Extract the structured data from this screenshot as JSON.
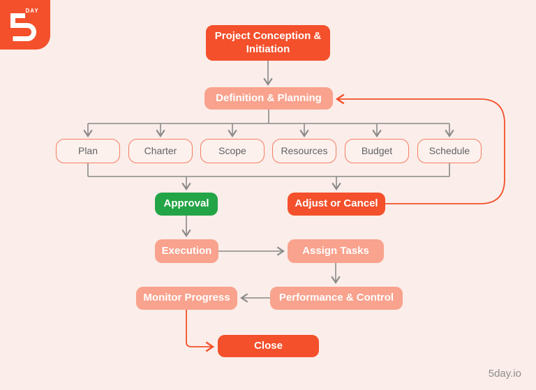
{
  "diagram": {
    "watermark": "5day.io",
    "logo": {
      "brand_number": "5",
      "brand_suffix": "DAY"
    },
    "colors": {
      "background": "#FBEDE9",
      "orange": "#F3502B",
      "salmon": "#F9A28D",
      "green": "#23A447",
      "outline_border": "#F57D61",
      "outline_text": "#5E6266",
      "gray_line": "#8A8A8A",
      "white": "#FFFFFF"
    },
    "nodes": {
      "conception": {
        "label": "Project Conception & Initiation",
        "type": "solid"
      },
      "definition": {
        "label": "Definition & Planning",
        "type": "salmon"
      },
      "plan": {
        "label": "Plan",
        "type": "outline"
      },
      "charter": {
        "label": "Charter",
        "type": "outline"
      },
      "scope": {
        "label": "Scope",
        "type": "outline"
      },
      "resources": {
        "label": "Resources",
        "type": "outline"
      },
      "budget": {
        "label": "Budget",
        "type": "outline"
      },
      "schedule": {
        "label": "Schedule",
        "type": "outline"
      },
      "approval": {
        "label": "Approval",
        "type": "green"
      },
      "adjust": {
        "label": "Adjust or Cancel",
        "type": "solid"
      },
      "execution": {
        "label": "Execution",
        "type": "salmon"
      },
      "assign": {
        "label": "Assign Tasks",
        "type": "salmon"
      },
      "monitor": {
        "label": "Monitor Progress",
        "type": "salmon"
      },
      "performance": {
        "label": "Performance & Control",
        "type": "salmon"
      },
      "close": {
        "label": "Close",
        "type": "solid"
      }
    },
    "edges": [
      {
        "from": "Project Conception & Initiation",
        "to": "Definition & Planning"
      },
      {
        "from": "Definition & Planning",
        "to": "Plan"
      },
      {
        "from": "Definition & Planning",
        "to": "Charter"
      },
      {
        "from": "Definition & Planning",
        "to": "Scope"
      },
      {
        "from": "Definition & Planning",
        "to": "Resources"
      },
      {
        "from": "Definition & Planning",
        "to": "Budget"
      },
      {
        "from": "Definition & Planning",
        "to": "Schedule"
      },
      {
        "from": "Plan+Charter+Scope+Resources+Budget+Schedule",
        "to": "Approval"
      },
      {
        "from": "Plan+Charter+Scope+Resources+Budget+Schedule",
        "to": "Adjust or Cancel"
      },
      {
        "from": "Adjust or Cancel",
        "to": "Definition & Planning"
      },
      {
        "from": "Approval",
        "to": "Execution"
      },
      {
        "from": "Execution",
        "to": "Assign Tasks"
      },
      {
        "from": "Assign Tasks",
        "to": "Performance & Control"
      },
      {
        "from": "Performance & Control",
        "to": "Monitor Progress"
      },
      {
        "from": "Monitor Progress",
        "to": "Close"
      }
    ]
  }
}
